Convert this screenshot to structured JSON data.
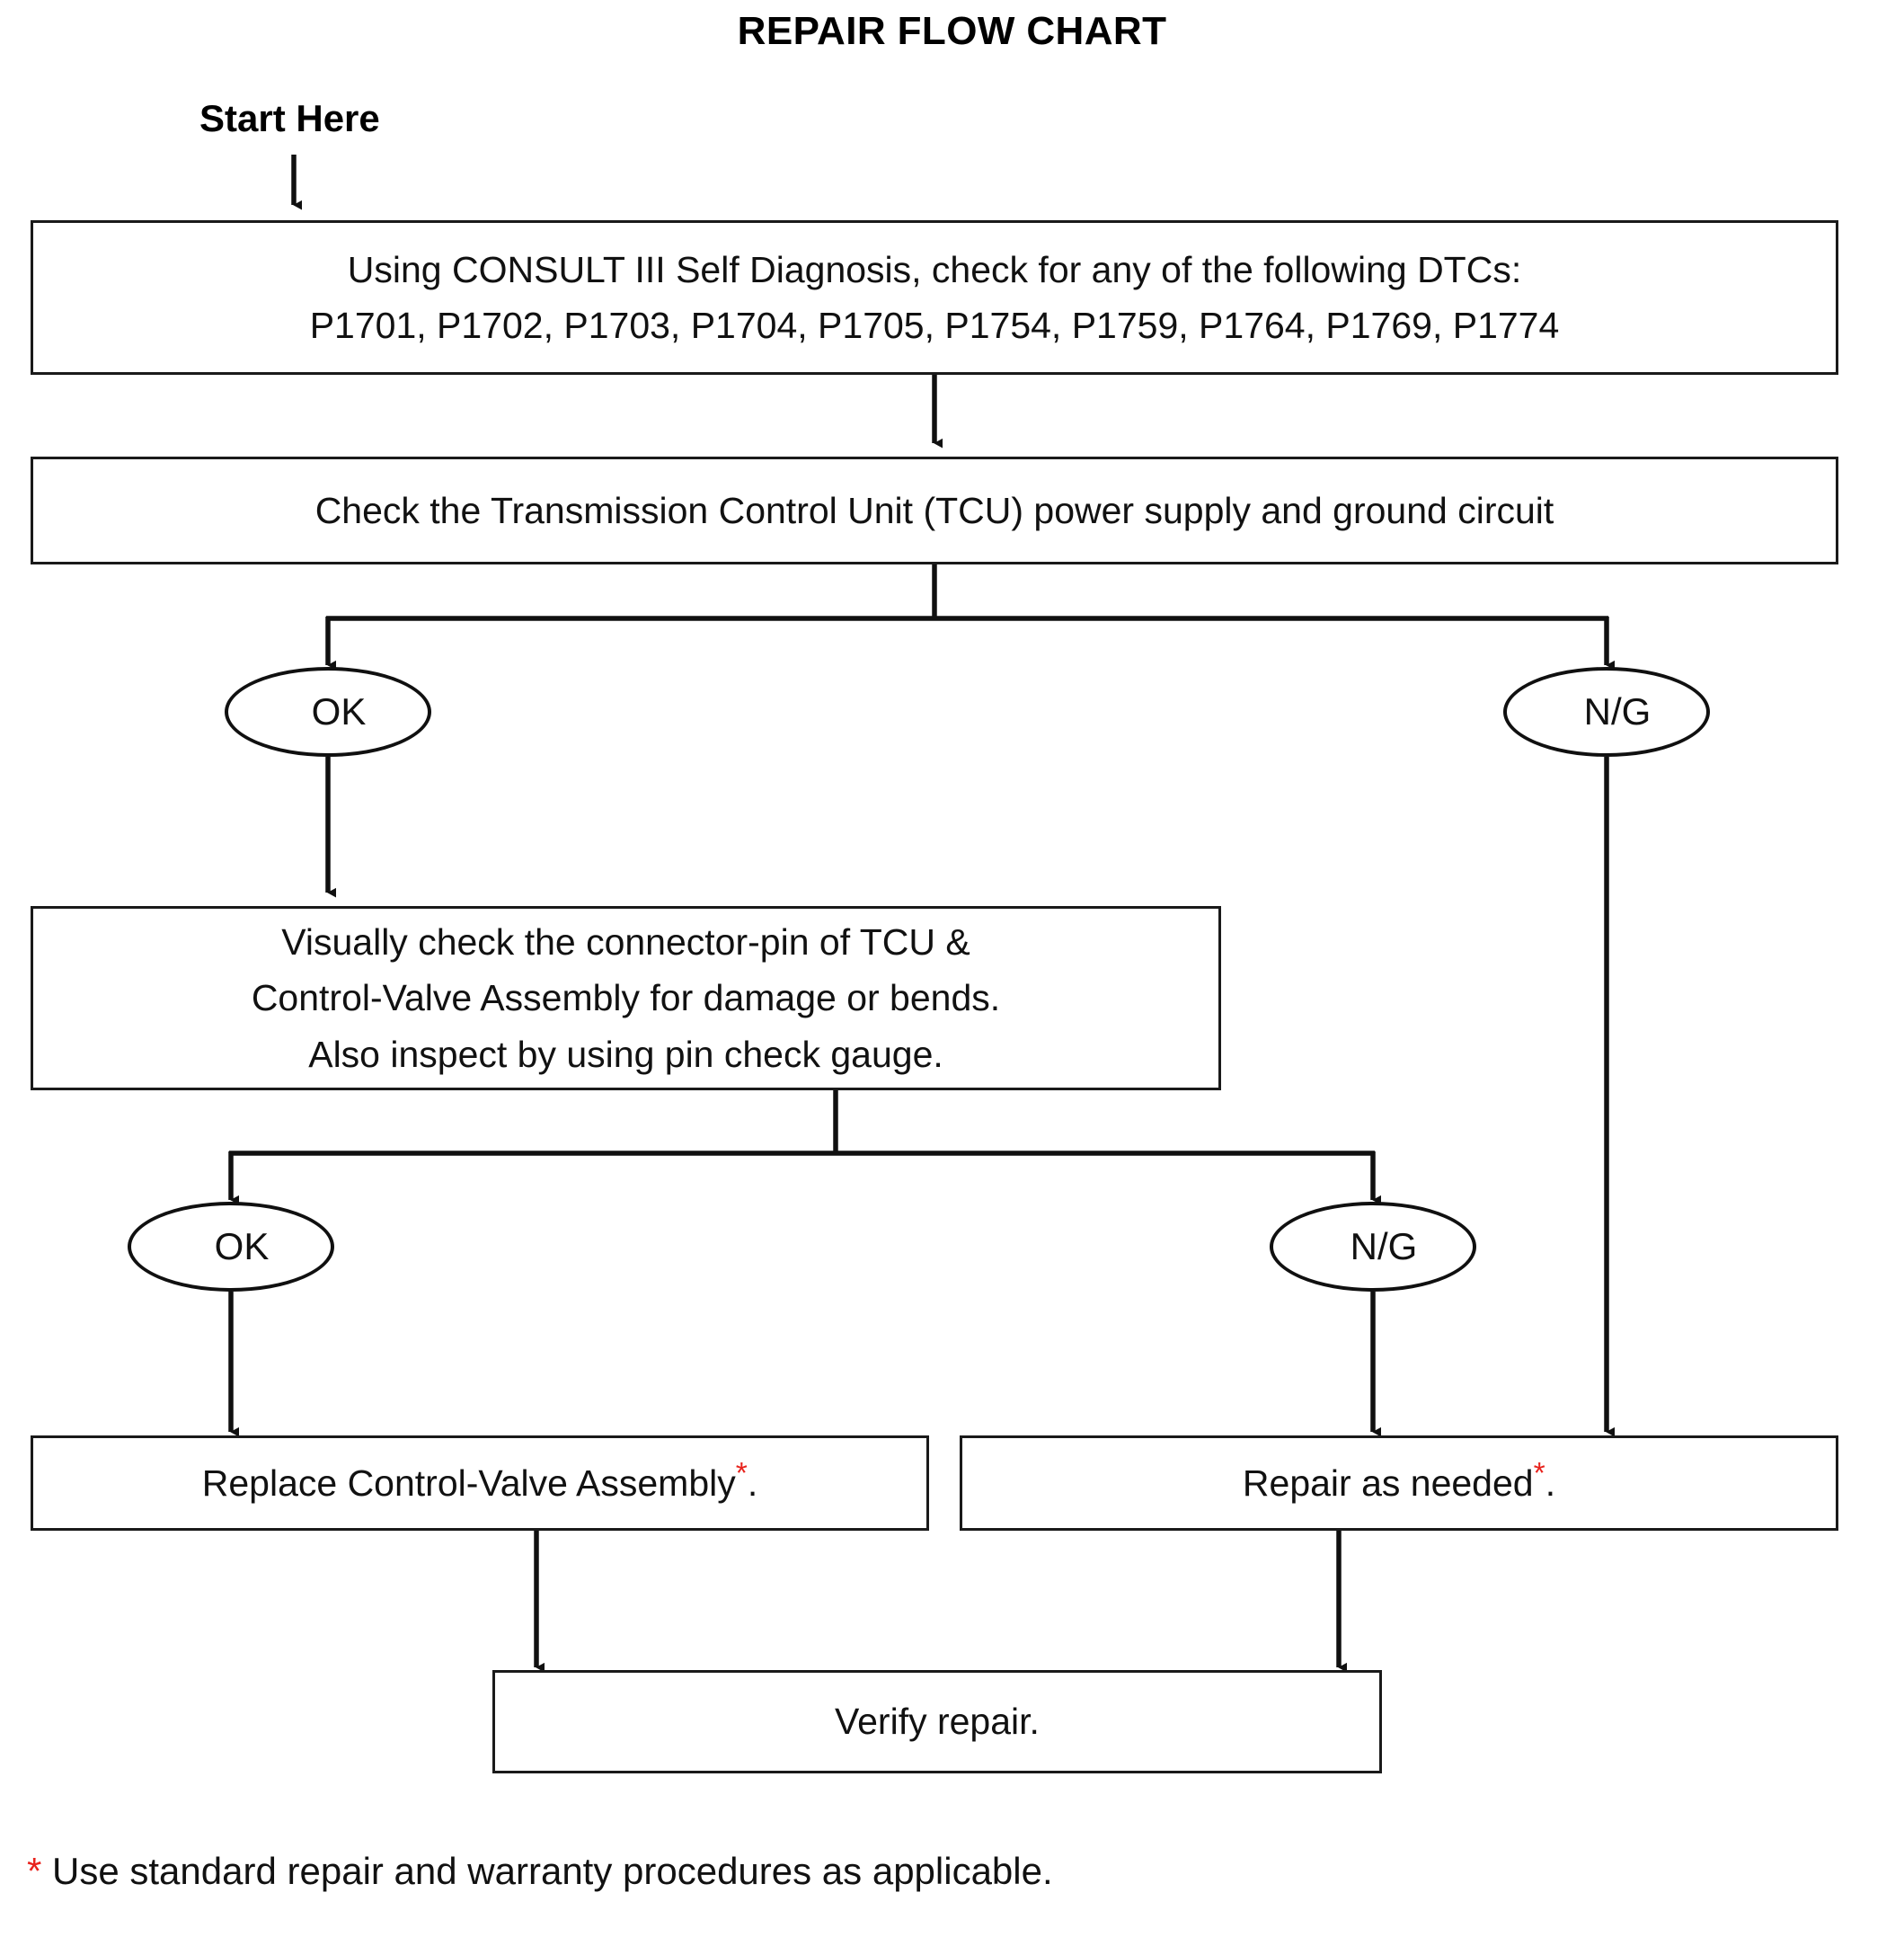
{
  "document": {
    "title": "REPAIR FLOW CHART",
    "start_label": "Start Here",
    "footnote_marker": "*",
    "footnote_text": " Use standard repair and warranty procedures as applicable.",
    "accent_color": "#e8221c",
    "line_color": "#101010",
    "background_color": "#ffffff"
  },
  "nodes": {
    "dtc_check": {
      "line1": "Using CONSULT III Self Diagnosis, check for any of the following DTCs:",
      "line2": "P1701, P1702, P1703, P1704, P1705, P1754, P1759, P1764, P1769, P1774"
    },
    "tcu_check": {
      "line1": "Check the Transmission Control Unit (TCU) power supply and ground circuit"
    },
    "visual_check": {
      "line1": "Visually check the connector-pin of TCU &",
      "line2": "Control-Valve Assembly for damage or bends.",
      "line3": "Also inspect by using pin check gauge."
    },
    "replace_valve": {
      "text": "Replace Control-Valve Assembly",
      "marker": "*",
      "suffix": "."
    },
    "repair_needed": {
      "text": "Repair as needed",
      "marker": "*",
      "suffix": "."
    },
    "verify_repair": {
      "text": "Verify repair."
    }
  },
  "decisions": {
    "power_ok": "OK",
    "power_ng": "N/G",
    "visual_ok": "OK",
    "visual_ng": "N/G"
  },
  "chart_data": {
    "type": "flowchart",
    "title": "REPAIR FLOW CHART",
    "entry": "Start Here",
    "steps": [
      {
        "id": "dtc_check",
        "shape": "rect",
        "text": "Using CONSULT III Self Diagnosis, check for any of the following DTCs: P1701, P1702, P1703, P1704, P1705, P1754, P1759, P1764, P1769, P1774"
      },
      {
        "id": "tcu_check",
        "shape": "rect",
        "text": "Check the Transmission Control Unit (TCU) power supply and ground circuit"
      },
      {
        "id": "power_ok",
        "shape": "ellipse",
        "text": "OK"
      },
      {
        "id": "power_ng",
        "shape": "ellipse",
        "text": "N/G"
      },
      {
        "id": "visual_check",
        "shape": "rect",
        "text": "Visually check the connector-pin of TCU & Control-Valve Assembly for damage or bends. Also inspect by using pin check gauge."
      },
      {
        "id": "visual_ok",
        "shape": "ellipse",
        "text": "OK"
      },
      {
        "id": "visual_ng",
        "shape": "ellipse",
        "text": "N/G"
      },
      {
        "id": "replace_valve",
        "shape": "rect",
        "text": "Replace Control-Valve Assembly*."
      },
      {
        "id": "repair_needed",
        "shape": "rect",
        "text": "Repair as needed*."
      },
      {
        "id": "verify_repair",
        "shape": "rect",
        "text": "Verify repair."
      }
    ],
    "edges": [
      {
        "from": "start",
        "to": "dtc_check"
      },
      {
        "from": "dtc_check",
        "to": "tcu_check"
      },
      {
        "from": "tcu_check",
        "to": "power_ok"
      },
      {
        "from": "tcu_check",
        "to": "power_ng"
      },
      {
        "from": "power_ok",
        "to": "visual_check"
      },
      {
        "from": "power_ng",
        "to": "repair_needed"
      },
      {
        "from": "visual_check",
        "to": "visual_ok"
      },
      {
        "from": "visual_check",
        "to": "visual_ng"
      },
      {
        "from": "visual_ok",
        "to": "replace_valve"
      },
      {
        "from": "visual_ng",
        "to": "repair_needed"
      },
      {
        "from": "replace_valve",
        "to": "verify_repair"
      },
      {
        "from": "repair_needed",
        "to": "verify_repair"
      }
    ],
    "footnote": "* Use standard repair and warranty procedures as applicable."
  }
}
